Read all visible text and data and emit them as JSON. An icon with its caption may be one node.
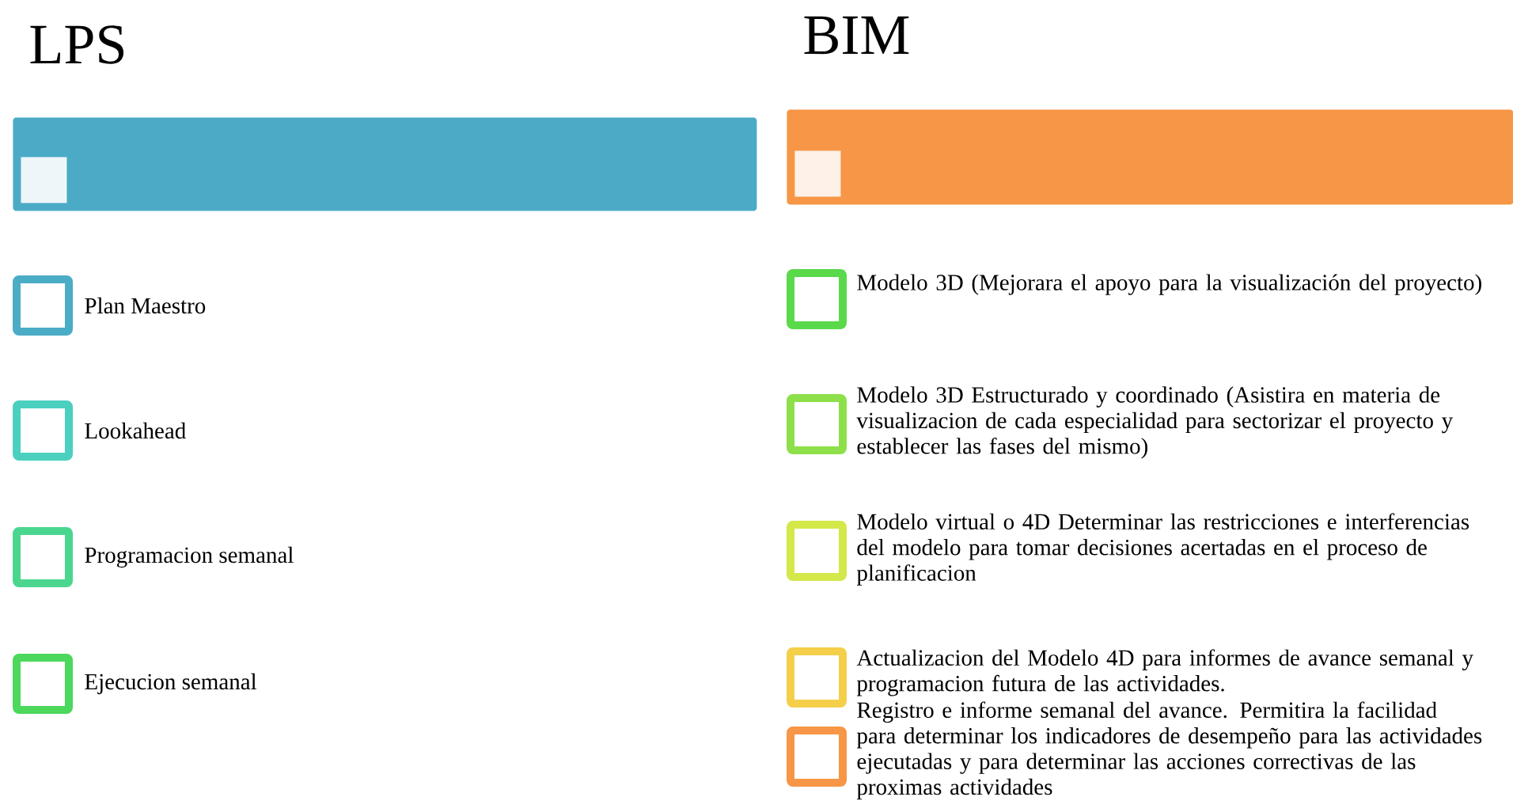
{
  "diagram": {
    "nodes": [
      {
        "text": [
          "LPS"
        ]
      },
      {
        "text": [],
        "shape": "box",
        "in": 0
      },
      {
        "text": [],
        "shape": "box",
        "beside": [
          "Plan Maestro"
        ]
      },
      {
        "text": [],
        "shape": "box",
        "beside": [
          "Lookahead"
        ]
      },
      {
        "text": [],
        "shape": "box",
        "beside": [
          "Programacion semanal"
        ]
      },
      {
        "text": [],
        "shape": "box",
        "beside": [
          "Ejecucion semanal"
        ]
      },
      {
        "text": [
          "BIM"
        ]
      },
      {
        "text": [],
        "shape": "box",
        "in": 6
      },
      {
        "text": [],
        "shape": "box",
        "beside": [
          "Modelo 3D (Mejorara el apoyo para la visualización del proyecto)"
        ]
      },
      {
        "text": [],
        "shape": "box",
        "beside": [
          "Modelo 3D Estructurado y coordinado (Asistira en materia de visualizacion de cada especialidad para sectorizar el proyecto y establecer las fases del mismo)"
        ]
      },
      {
        "text": [],
        "shape": "box",
        "beside": [
          "Modelo virtual o 4D Determinar las restricciones e interferencias del modelo para tomar decisiones acertadas en el proceso de planificacion"
        ]
      },
      {
        "text": [],
        "shape": "box",
        "beside": [
          "Actualizacion del Modelo 4D para informes de avance semanal y programacion futura de las actividades."
        ]
      },
      {
        "text": [],
        "shape": "box",
        "beside": [
          "Registro e informe semanal del avance. Permitira la facilidad para determinar los indicadores de desempeño para las actividades ejecutadas y para determinar las acciones correctivas de las proximas actividades"
        ]
      }
    ]
  }
}
